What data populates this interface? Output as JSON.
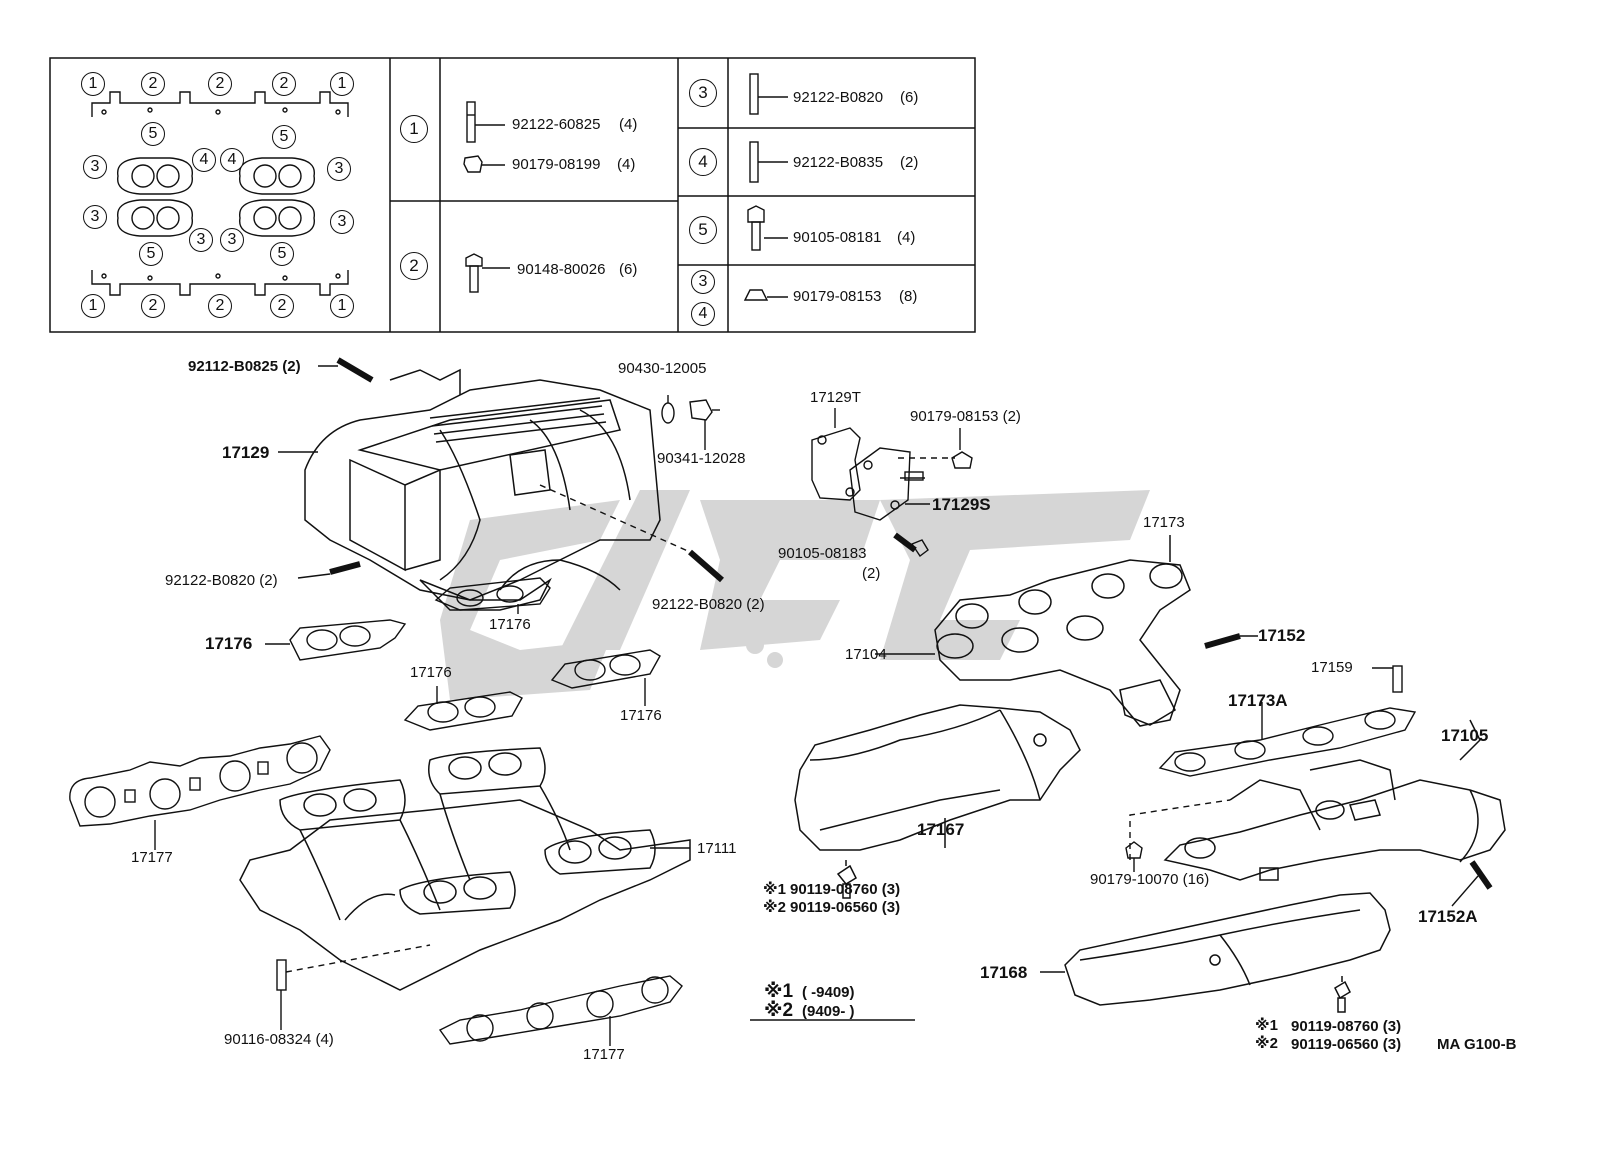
{
  "table": {
    "rows": [
      {
        "key": "1",
        "items": [
          {
            "part": "92122-60825",
            "qty": "(4)"
          },
          {
            "part": "90179-08199",
            "qty": "(4)"
          }
        ]
      },
      {
        "key": "2",
        "items": [
          {
            "part": "90148-80026",
            "qty": "(6)"
          }
        ]
      },
      {
        "key": "3",
        "items": [
          {
            "part": "92122-B0820",
            "qty": "(6)"
          }
        ]
      },
      {
        "key": "4",
        "items": [
          {
            "part": "92122-B0835",
            "qty": "(2)"
          }
        ]
      },
      {
        "key": "5",
        "items": [
          {
            "part": "90105-08181",
            "qty": "(4)"
          }
        ]
      },
      {
        "keys": [
          "3",
          "4"
        ],
        "items": [
          {
            "part": "90179-08153",
            "qty": "(8)"
          }
        ]
      }
    ]
  },
  "layout_key": {
    "top_row": [
      "1",
      "2",
      "2",
      "2",
      "1"
    ],
    "row2": [
      "5",
      "5"
    ],
    "row3": [
      "3",
      "4",
      "4",
      "3"
    ],
    "row4": [
      "3",
      "3"
    ],
    "row5": [
      "5",
      "3",
      "3",
      "5"
    ],
    "bottom_row": [
      "1",
      "2",
      "2",
      "2",
      "1"
    ]
  },
  "labels": {
    "stud_top": "92112-B0825 (2)",
    "plug_gasket": "90430-12005",
    "plug": "90341-12028",
    "intake_upper": "17129",
    "stud_left": "92122-B0820 (2)",
    "stud_right": "92122-B0820 (2)",
    "gasket_17176_a": "17176",
    "gasket_17176_b": "17176",
    "gasket_17176_c": "17176",
    "gasket_17176_d": "17176",
    "plate_17129t": "17129T",
    "nut_90179_08153": "90179-08153 (2)",
    "plate_17129s": "17129S",
    "bolt_90105_08183": "90105-08183",
    "bolt_90105_08183_qty": "(2)",
    "manifold_17173": "17173",
    "manifold_17104": "17104",
    "stud_17152": "17152",
    "stud_17159": "17159",
    "gasket_17173a": "17173A",
    "manifold_17105": "17105",
    "gasket_17177_a": "17177",
    "gasket_17177_b": "17177",
    "intake_lower": "17111",
    "heat_insulator_17167": "17167",
    "bolt_note1": "90119-08760 (3)",
    "bolt_note2": "90119-06560 (3)",
    "nut_90179_10070": "90179-10070 (16)",
    "stud_17152a": "17152A",
    "heat_insulator_17168": "17168",
    "stud_90116": "90116-08324 (4)",
    "bolt_note3": "90119-08760 (3)",
    "bolt_note4": "90119-06560 (3)",
    "ref_code": "MA G100-B"
  },
  "notes": {
    "mark1": "※1",
    "mark2": "※2",
    "legend1_mark": "※1",
    "legend1_text": "(        -9409)",
    "legend2_mark": "※2",
    "legend2_text": "(9409-          )"
  },
  "colors": {
    "ink": "#111111",
    "watermark": "#cfcfcf"
  }
}
